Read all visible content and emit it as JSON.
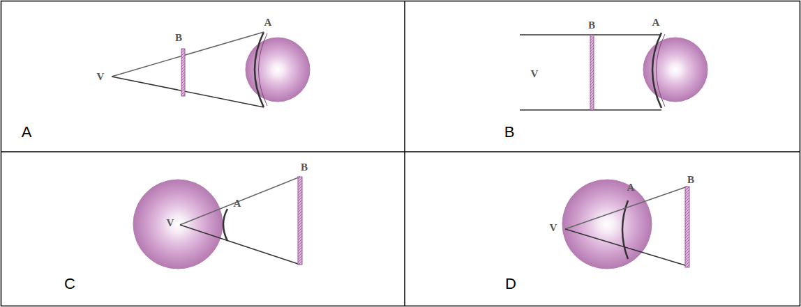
{
  "diagram": {
    "labels": [
      "B",
      "A",
      "V",
      "A",
      "B",
      "A",
      "V",
      "B",
      "A",
      "B",
      "V",
      "C",
      "A",
      "B",
      "V",
      "D"
    ]
  }
}
